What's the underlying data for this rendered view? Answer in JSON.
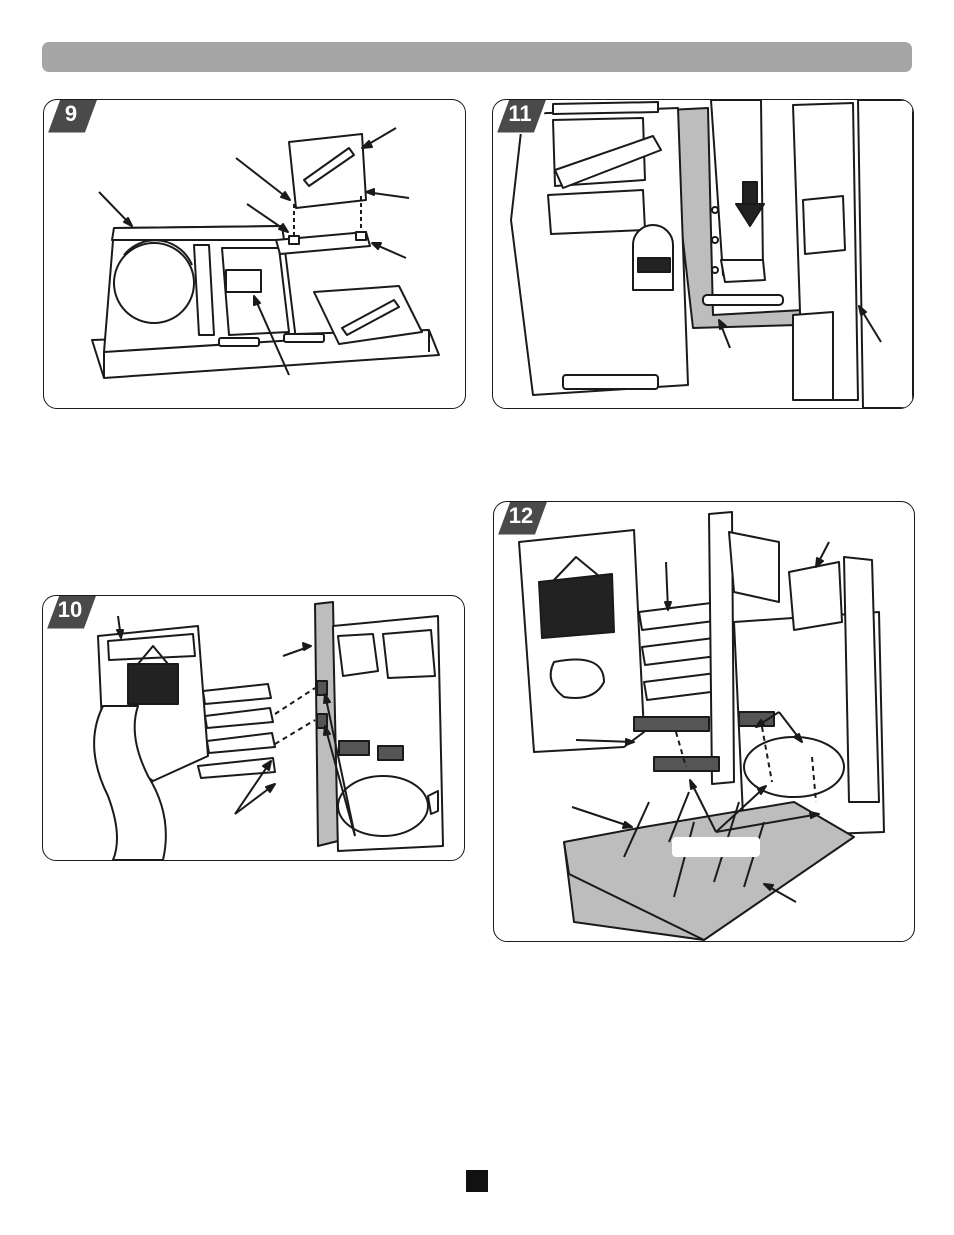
{
  "header": {
    "color": "#a6a6a6"
  },
  "steps": [
    {
      "id": "step-9",
      "number": "9"
    },
    {
      "id": "step-10",
      "number": "10"
    },
    {
      "id": "step-11",
      "number": "11"
    },
    {
      "id": "step-12",
      "number": "12"
    }
  ],
  "colors": {
    "line": "#1a1a1a",
    "shade": "#bdbdbd",
    "dark": "#222222",
    "badge": "#4a4a4a"
  },
  "footer": {
    "page_marker_icon": "black-square"
  }
}
